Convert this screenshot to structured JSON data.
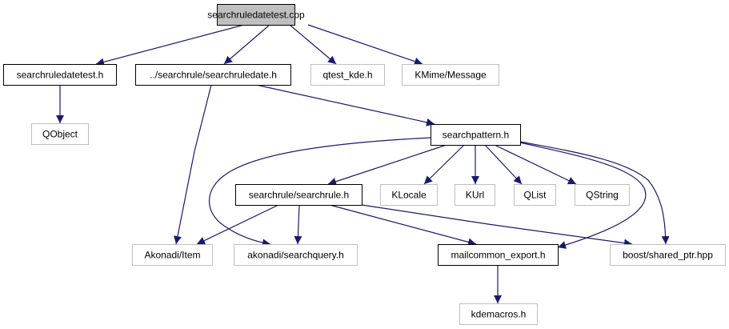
{
  "title": "searchruledatetest.cpp include dependency graph",
  "colors": {
    "edge": "#191970",
    "root_fill": "#bfbfbf",
    "root_border": "#000000",
    "documented_border": "#000000",
    "external_border": "#bfbfbf",
    "node_fill": "#ffffff"
  },
  "nodes": [
    {
      "id": "root",
      "label": "searchruledatetest.cpp",
      "kind": "root"
    },
    {
      "id": "testh",
      "label": "searchruledatetest.h",
      "kind": "documented"
    },
    {
      "id": "srdate",
      "label": "../searchrule/searchruledate.h",
      "kind": "documented"
    },
    {
      "id": "qtest",
      "label": "qtest_kde.h",
      "kind": "external"
    },
    {
      "id": "kmime",
      "label": "KMime/Message",
      "kind": "external"
    },
    {
      "id": "qobject",
      "label": "QObject",
      "kind": "external"
    },
    {
      "id": "spattern",
      "label": "searchpattern.h",
      "kind": "documented"
    },
    {
      "id": "srule",
      "label": "searchrule/searchrule.h",
      "kind": "documented"
    },
    {
      "id": "klocale",
      "label": "KLocale",
      "kind": "external"
    },
    {
      "id": "kurl",
      "label": "KUrl",
      "kind": "external"
    },
    {
      "id": "qlist",
      "label": "QList",
      "kind": "external"
    },
    {
      "id": "qstring",
      "label": "QString",
      "kind": "external"
    },
    {
      "id": "akitem",
      "label": "Akonadi/Item",
      "kind": "external"
    },
    {
      "id": "aksq",
      "label": "akonadi/searchquery.h",
      "kind": "external"
    },
    {
      "id": "mcexport",
      "label": "mailcommon_export.h",
      "kind": "documented"
    },
    {
      "id": "boost",
      "label": "boost/shared_ptr.hpp",
      "kind": "external"
    },
    {
      "id": "kdemacros",
      "label": "kdemacros.h",
      "kind": "external"
    }
  ],
  "edges": [
    {
      "from": "root",
      "to": "testh"
    },
    {
      "from": "root",
      "to": "srdate"
    },
    {
      "from": "root",
      "to": "qtest"
    },
    {
      "from": "root",
      "to": "kmime"
    },
    {
      "from": "testh",
      "to": "qobject"
    },
    {
      "from": "srdate",
      "to": "akitem"
    },
    {
      "from": "srdate",
      "to": "spattern"
    },
    {
      "from": "spattern",
      "to": "srule"
    },
    {
      "from": "spattern",
      "to": "klocale"
    },
    {
      "from": "spattern",
      "to": "kurl"
    },
    {
      "from": "spattern",
      "to": "qlist"
    },
    {
      "from": "spattern",
      "to": "qstring"
    },
    {
      "from": "spattern",
      "to": "aksq"
    },
    {
      "from": "spattern",
      "to": "mcexport"
    },
    {
      "from": "spattern",
      "to": "boost"
    },
    {
      "from": "srule",
      "to": "akitem"
    },
    {
      "from": "srule",
      "to": "aksq"
    },
    {
      "from": "srule",
      "to": "mcexport"
    },
    {
      "from": "srule",
      "to": "boost"
    },
    {
      "from": "mcexport",
      "to": "kdemacros"
    }
  ]
}
